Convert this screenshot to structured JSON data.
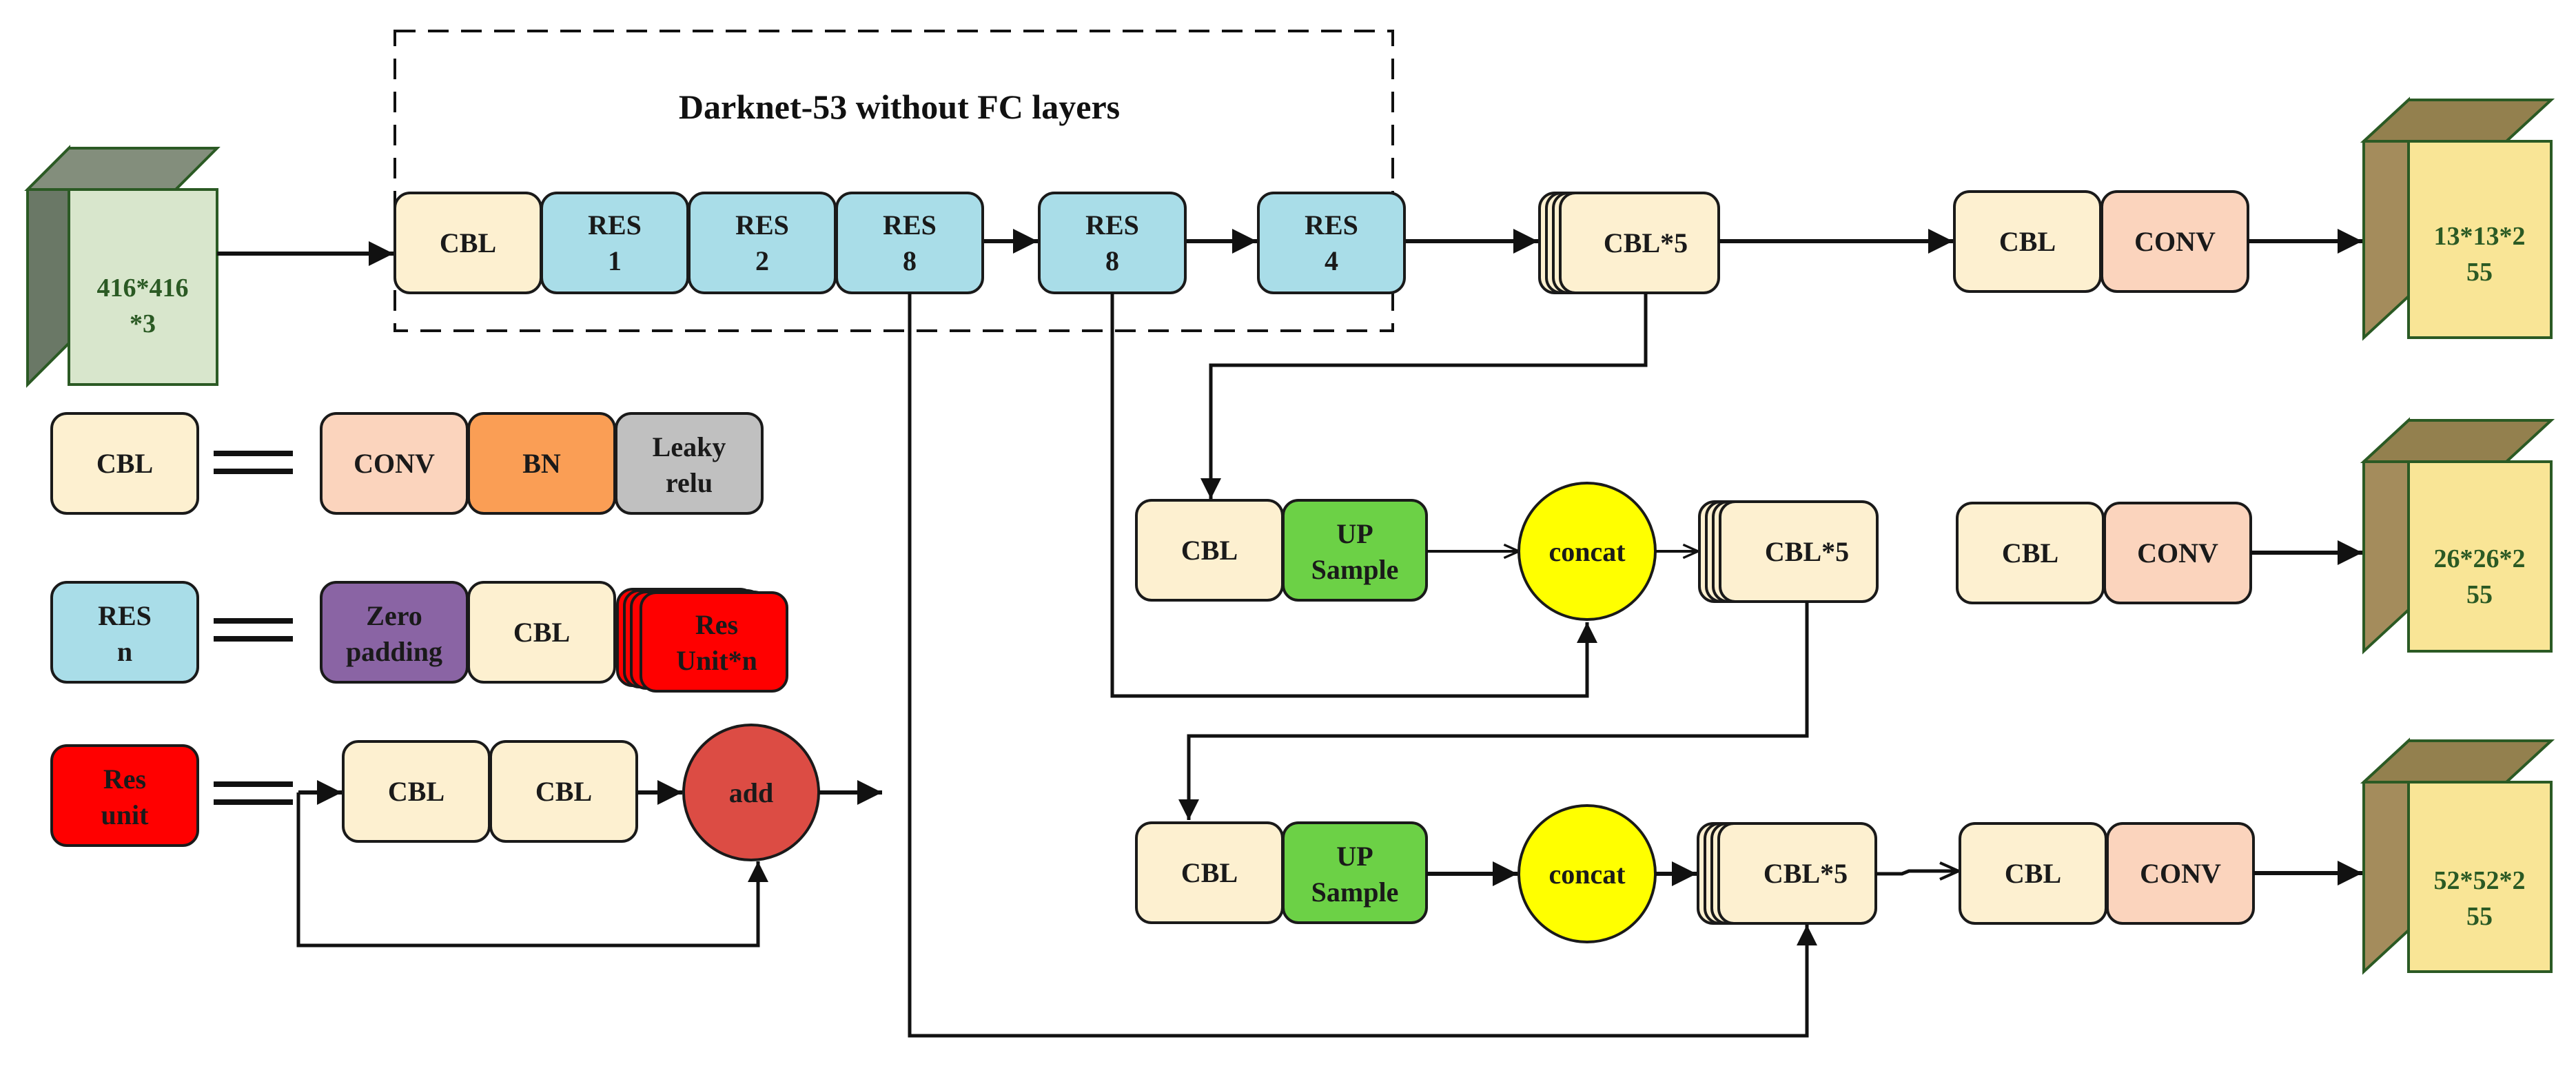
{
  "title": "Darknet-53 without FC layers",
  "colors": {
    "cbl": "#fdf0d0",
    "res": "#a9dde8",
    "conv": "#fbd4bd",
    "bn": "#fa9e55",
    "leaky": "#c0c0c0",
    "zero": "#8a64a4",
    "res_unit": "#ff0000",
    "upsample": "#6cd146",
    "concat": "#ffff00",
    "add": "#dc4c44",
    "input_cube_front": "#d8e6cc",
    "input_cube_side": "#6a7866",
    "output_cube_front": "#f9e596",
    "output_cube_side": "#a48c5c",
    "stroke": "#1a1a1a",
    "cube_stroke": "#2b5a24",
    "cube_text": "#2b5a24"
  },
  "input": {
    "line1": "416*416",
    "line2": "*3"
  },
  "backbone": {
    "cbl": "CBL",
    "res1": {
      "line1": "RES",
      "line2": "1"
    },
    "res2": {
      "line1": "RES",
      "line2": "2"
    },
    "res8a": {
      "line1": "RES",
      "line2": "8"
    },
    "res8b": {
      "line1": "RES",
      "line2": "8"
    },
    "res4": {
      "line1": "RES",
      "line2": "4"
    }
  },
  "neck": {
    "cbl5_top": "CBL*5",
    "cbl5_mid": "CBL*5",
    "cbl5_bot": "CBL*5",
    "cbl_mid": "CBL",
    "cbl_bot": "CBL",
    "upsample_mid": {
      "line1": "UP",
      "line2": "Sample"
    },
    "upsample_bot": {
      "line1": "UP",
      "line2": "Sample"
    },
    "concat_mid": "concat",
    "concat_bot": "concat"
  },
  "heads": [
    {
      "cbl": "CBL",
      "conv": "CONV",
      "out_line1": "13*13*2",
      "out_line2": "55"
    },
    {
      "cbl": "CBL",
      "conv": "CONV",
      "out_line1": "26*26*2",
      "out_line2": "55"
    },
    {
      "cbl": "CBL",
      "conv": "CONV",
      "out_line1": "52*52*2",
      "out_line2": "55"
    }
  ],
  "legend": {
    "cbl": {
      "name": "CBL",
      "conv": "CONV",
      "bn": "BN",
      "leaky1": "Leaky",
      "leaky2": "relu"
    },
    "res": {
      "name1": "RES",
      "name2": "n",
      "zero1": "Zero",
      "zero2": "padding",
      "cbl": "CBL",
      "unit1": "Res",
      "unit2": "Unit*n"
    },
    "resunit": {
      "name1": "Res",
      "name2": "unit",
      "cbl1": "CBL",
      "cbl2": "CBL",
      "add": "add"
    }
  }
}
